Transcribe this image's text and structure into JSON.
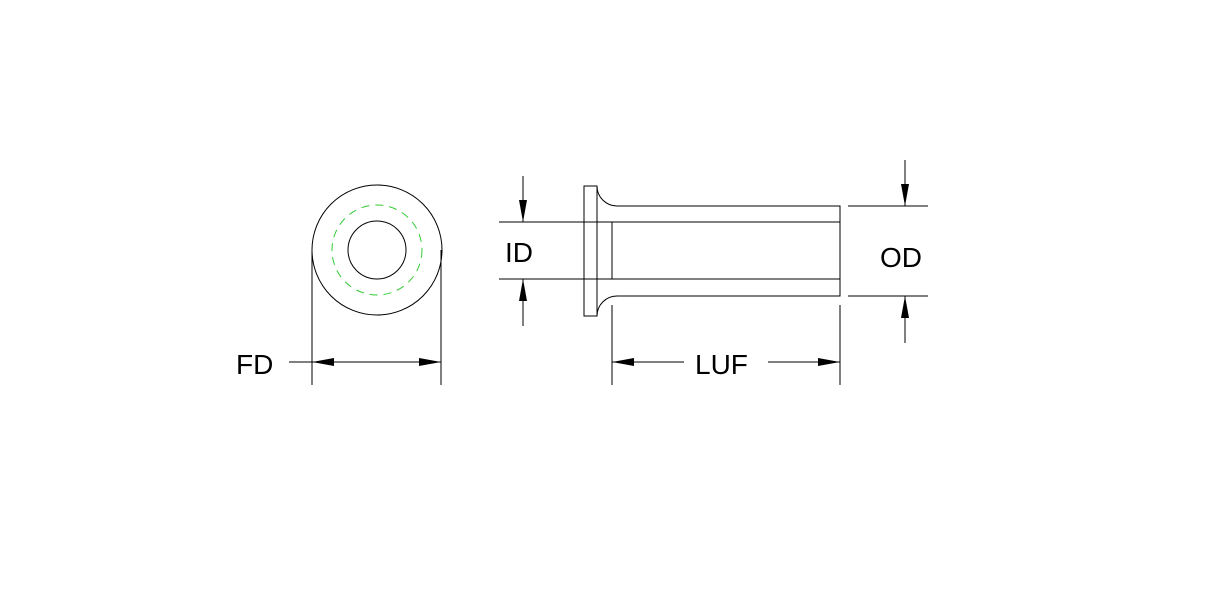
{
  "labels": {
    "fd": "FD",
    "id": "ID",
    "od": "OD",
    "luf": "LUF"
  },
  "colors": {
    "line": "#000000",
    "hidden_line": "#33cc33",
    "background": "#ffffff"
  }
}
